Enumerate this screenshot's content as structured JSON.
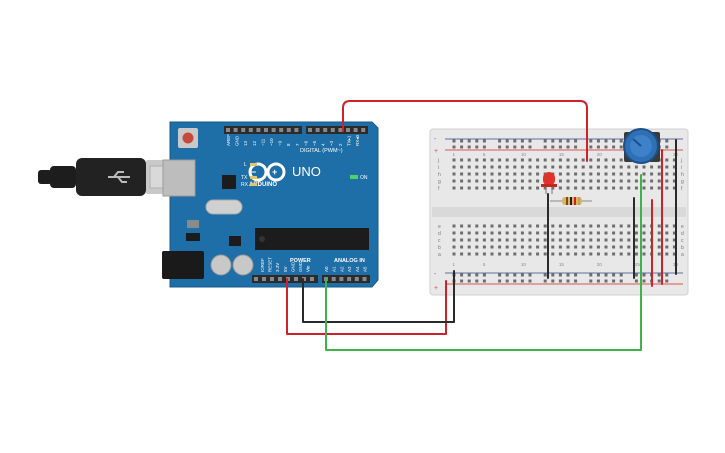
{
  "arduino": {
    "logo_text": "ARDUINO",
    "model": "UNO",
    "digital_header_label": "DIGITAL (PWM~)",
    "power_label": "POWER",
    "analog_label": "ANALOG IN",
    "on_label": "ON",
    "tx_label": "TX",
    "rx_label": "RX",
    "l_label": "L",
    "digital_pins": [
      "AREF",
      "GND",
      "13",
      "12",
      "~11",
      "~10",
      "~9",
      "8",
      "7",
      "~6",
      "~5",
      "4",
      "~3",
      "2",
      "TX▸1",
      "RX◂0"
    ],
    "power_pins": [
      "IOREF",
      "RESET",
      "3.3V",
      "5V",
      "GND",
      "GND",
      "Vin"
    ],
    "analog_pins": [
      "A0",
      "A1",
      "A2",
      "A3",
      "A4",
      "A5"
    ],
    "colors": {
      "board": "#1e6ea7",
      "header": "#2b2b2b",
      "chip": "#1c1c1c",
      "silk": "#ffffff"
    }
  },
  "breadboard": {
    "column_numbers": [
      "1",
      "5",
      "10",
      "15",
      "20",
      "25",
      "30"
    ],
    "row_letters_top": [
      "j",
      "i",
      "h",
      "g",
      "f"
    ],
    "row_letters_bottom": [
      "e",
      "d",
      "c",
      "b",
      "a"
    ],
    "rail_plus": "+",
    "rail_minus": "-",
    "colors": {
      "body": "#e8e8e8",
      "hole": "#6d6d6d",
      "rail_red": "#d9534f",
      "rail_blue": "#5b6f9e"
    }
  },
  "components": {
    "led_color": "#e0312b",
    "resistor_color": "#d9b56e",
    "potentiometer_color": "#2f6fb3"
  },
  "wires": {
    "red": "#d0202a",
    "black": "#2a2a2a",
    "green": "#3fb24a"
  }
}
